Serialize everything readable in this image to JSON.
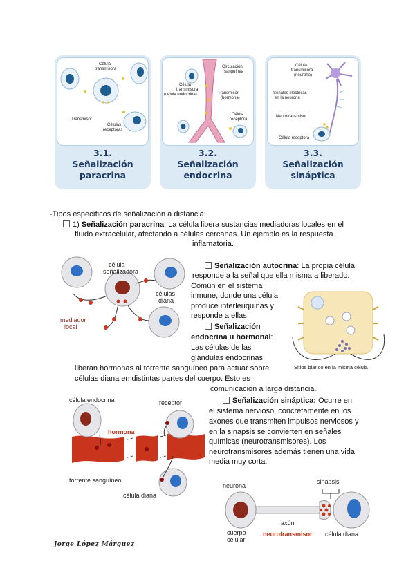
{
  "panels": [
    {
      "number": "3.1.",
      "title_line1": "Señalización",
      "title_line2": "paracrina",
      "labels": {
        "sender": "Célula",
        "sender2": "transmisora",
        "transmitter": "Transmisor",
        "receptors": "Células",
        "receptors2": "receptoras"
      }
    },
    {
      "number": "3.2.",
      "title_line1": "Señalización",
      "title_line2": "endocrina",
      "labels": {
        "sender": "Célula",
        "sender2": "transmisora",
        "sender3": "(célula endocrina)",
        "circulation": "Circulación",
        "circulation2": "sanguínea",
        "transmitter": "Transmisor",
        "transmitter2": "(hormona)",
        "receptor": "Célula",
        "receptor2": "receptora"
      }
    },
    {
      "number": "3.3.",
      "title_line1": "Señalización",
      "title_line2": "sináptica",
      "labels": {
        "sender": "Célula",
        "sender2": "transmisora",
        "sender3": "(neurona)",
        "signals": "Señales eléctricas",
        "signals2": "en la neurona",
        "neurotransmitter": "Neurotransmisor",
        "receptor": "Célula receptora"
      }
    }
  ],
  "intro": "-Tipos específicos de señalización a distancia:",
  "paracrine": {
    "title": "Señalización paracrina",
    "line1_rest": ": La célula libera  sustancias mediadoras locales en el",
    "line2": "fluido extracelular, afectando a células cercanas. Un ejemplo es la respuesta",
    "line3": "inflamatoria."
  },
  "autocrine": {
    "title": "Señalización autocrina",
    "line1_rest": ": La propia célula",
    "line2": "responde a la señal que ella misma a liberado.",
    "line3": "Común en el sistema",
    "line4": "inmune, donde una célula",
    "line5": "produce interleuquinas y",
    "line6": "responde a ellas"
  },
  "endocrine": {
    "title1": "Señalización",
    "title2": "endocrina u hormonal",
    "line1": "Las células de las",
    "line2": "glándulas endocrinas",
    "line3": "liberan hormonas al torrente sanguíneo para actuar sobre",
    "line4": "células diana en distintas partes del cuerpo. Esto es",
    "line5": "comunicación a larga distancia."
  },
  "synaptic": {
    "title": "Señalización sináptica:",
    "line1_rest": " Ocurre en",
    "line2": "el sistema nervioso, concretamente en los",
    "line3": "axones que transmiten impulsos nerviosos  y",
    "line4": "en la sinapsis se convierten en señales",
    "line5": "químicas (neurotransmisores). Los",
    "line6": "neurotransmisores además tienen una vida",
    "line7": "media muy corta."
  },
  "fig_paracrine": {
    "sender": "célula",
    "sender2": "señalizadora",
    "targets": "células",
    "targets2": "diana",
    "mediator": "mediador",
    "mediator2": "local"
  },
  "fig_autocrine": {
    "caption": "Sitios blanco en la misma célula"
  },
  "fig_endocrine": {
    "cell": "célula endocrina",
    "receptor": "receptor",
    "hormone": "hormona",
    "bloodstream": "torrente sanguíneo",
    "target": "célula diana"
  },
  "fig_synaptic": {
    "neuron": "neurona",
    "synapse": "sinapsis",
    "axon": "axón",
    "body": "cuerpo",
    "body2": "celular",
    "neurotransmitter": "neurotransmisor",
    "target": "célula diana"
  },
  "author": "Jorge López Márquez",
  "colors": {
    "panel_bg": "#dceaf5",
    "panel_title": "#1f3b66",
    "blood": "#c8341c",
    "nucleus_blue": "#2f6fc4"
  }
}
